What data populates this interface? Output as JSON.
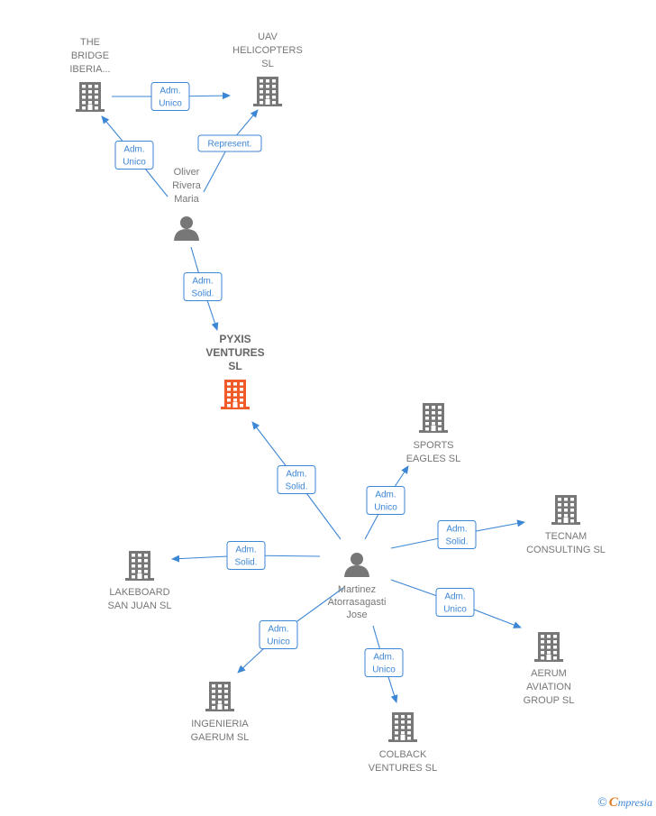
{
  "colors": {
    "accent": "#3c86d6",
    "main_company": "#f05a28",
    "company": "#777777",
    "person": "#777777"
  },
  "nodes": [
    {
      "id": "pyxis",
      "kind": "company",
      "main": true,
      "label_lines": [
        "PYXIS",
        "VENTURES",
        "SL"
      ]
    },
    {
      "id": "bridge",
      "kind": "company",
      "label_lines": [
        "THE",
        "BRIDGE",
        "IBERIA..."
      ]
    },
    {
      "id": "uav",
      "kind": "company",
      "label_lines": [
        "UAV",
        "HELICOPTERS",
        "SL"
      ]
    },
    {
      "id": "oliver",
      "kind": "person",
      "label_lines": [
        "Oliver",
        "Rivera",
        "Maria"
      ]
    },
    {
      "id": "martinez",
      "kind": "person",
      "label_lines": [
        "Martinez",
        "Atorrasagasti",
        "Jose"
      ]
    },
    {
      "id": "sports",
      "kind": "company",
      "label_lines": [
        "SPORTS",
        "EAGLES SL"
      ]
    },
    {
      "id": "tecnam",
      "kind": "company",
      "label_lines": [
        "TECNAM",
        "CONSULTING SL"
      ]
    },
    {
      "id": "lakeboard",
      "kind": "company",
      "label_lines": [
        "LAKEBOARD",
        "SAN JUAN SL"
      ]
    },
    {
      "id": "aerum",
      "kind": "company",
      "label_lines": [
        "AERUM",
        "AVIATION",
        "GROUP  SL"
      ]
    },
    {
      "id": "ingenieria",
      "kind": "company",
      "label_lines": [
        "INGENIERIA",
        "GAERUM  SL"
      ]
    },
    {
      "id": "colback",
      "kind": "company",
      "label_lines": [
        "COLBACK",
        "VENTURES  SL"
      ]
    }
  ],
  "edges": [
    {
      "from": "bridge",
      "to": "uav",
      "label_lines": [
        "Adm.",
        "Unico"
      ]
    },
    {
      "from": "oliver",
      "to": "bridge",
      "label_lines": [
        "Adm.",
        "Unico"
      ]
    },
    {
      "from": "oliver",
      "to": "uav",
      "label_lines": [
        "Represent."
      ]
    },
    {
      "from": "oliver",
      "to": "pyxis",
      "label_lines": [
        "Adm.",
        "Solid."
      ]
    },
    {
      "from": "martinez",
      "to": "pyxis",
      "label_lines": [
        "Adm.",
        "Solid."
      ]
    },
    {
      "from": "martinez",
      "to": "sports",
      "label_lines": [
        "Adm.",
        "Unico"
      ]
    },
    {
      "from": "martinez",
      "to": "tecnam",
      "label_lines": [
        "Adm.",
        "Solid."
      ]
    },
    {
      "from": "martinez",
      "to": "lakeboard",
      "label_lines": [
        "Adm.",
        "Solid."
      ]
    },
    {
      "from": "martinez",
      "to": "aerum",
      "label_lines": [
        "Adm.",
        "Unico"
      ]
    },
    {
      "from": "martinez",
      "to": "ingenieria",
      "label_lines": [
        "Adm.",
        "Unico"
      ]
    },
    {
      "from": "martinez",
      "to": "colback",
      "label_lines": [
        "Adm.",
        "Unico"
      ]
    }
  ],
  "brand": {
    "copyright": "©",
    "initial": "C",
    "name": "mpresia"
  }
}
